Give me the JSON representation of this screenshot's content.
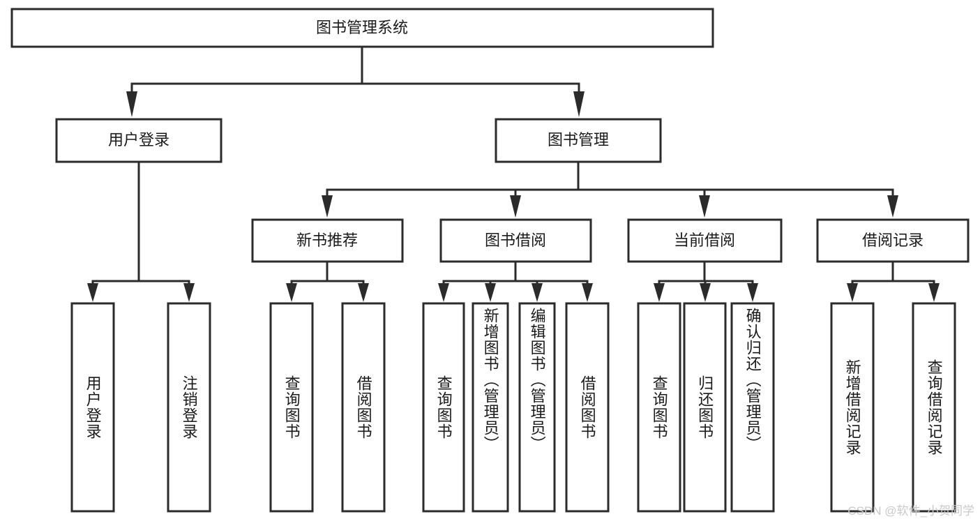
{
  "diagram": {
    "title": "图书管理系统",
    "type": "hierarchy-tree",
    "colors": {
      "stroke": "#2b2b2b",
      "fill": "#ffffff",
      "text": "#1a1a1a",
      "watermark": "#c9c9c9"
    },
    "root": {
      "label": "图书管理系统"
    },
    "level2": [
      {
        "label": "用户登录"
      },
      {
        "label": "图书管理"
      }
    ],
    "level3": [
      {
        "label": "新书推荐"
      },
      {
        "label": "图书借阅"
      },
      {
        "label": "当前借阅"
      },
      {
        "label": "借阅记录"
      }
    ],
    "leaves_user_login": [
      {
        "label": "用户登录"
      },
      {
        "label": "注销登录"
      }
    ],
    "leaves_new_books": [
      {
        "label": "查询图书"
      },
      {
        "label": "借阅图书"
      }
    ],
    "leaves_borrow": [
      {
        "label": "查询图书"
      },
      {
        "label": "新增图书（管理员）"
      },
      {
        "label": "编辑图书（管理员）"
      },
      {
        "label": "借阅图书"
      }
    ],
    "leaves_current": [
      {
        "label": "查询图书"
      },
      {
        "label": "归还图书"
      },
      {
        "label": "确认归还（管理员）"
      }
    ],
    "leaves_records": [
      {
        "label": "新增借阅记录"
      },
      {
        "label": "查询借阅记录"
      }
    ]
  },
  "watermark": {
    "text": "CSDN @软件_小贺同学"
  }
}
